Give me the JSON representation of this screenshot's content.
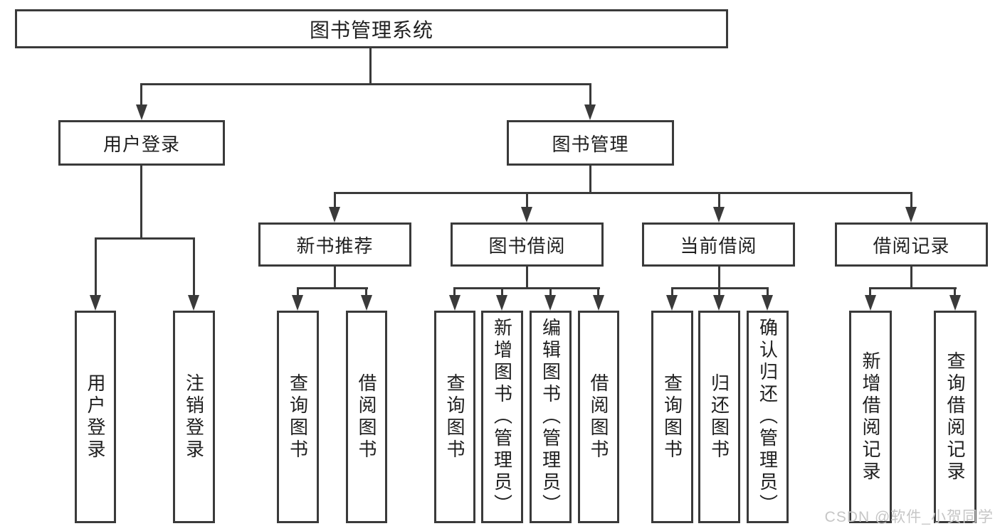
{
  "colors": {
    "line": "#3a3a3a",
    "text": "#1f1f1f",
    "watermark": "#c6c6c6",
    "background": "#ffffff"
  },
  "watermark": {
    "text": "CSDN @软件_小贺同学"
  },
  "diagram": {
    "root": {
      "label": "图书管理系统"
    },
    "branches": [
      {
        "label": "用户登录",
        "children": [
          {
            "label": "用户登录"
          },
          {
            "label": "注销登录"
          }
        ]
      },
      {
        "label": "图书管理",
        "children": [
          {
            "label": "新书推荐",
            "children": [
              {
                "label": "查询图书"
              },
              {
                "label": "借阅图书"
              }
            ]
          },
          {
            "label": "图书借阅",
            "children": [
              {
                "label": "查询图书"
              },
              {
                "label": "新增图书（管理员）"
              },
              {
                "label": "编辑图书（管理员）"
              },
              {
                "label": "借阅图书"
              }
            ]
          },
          {
            "label": "当前借阅",
            "children": [
              {
                "label": "查询图书"
              },
              {
                "label": "归还图书"
              },
              {
                "label": "确认归还（管理员）"
              }
            ]
          },
          {
            "label": "借阅记录",
            "children": [
              {
                "label": "新增借阅记录"
              },
              {
                "label": "查询借阅记录"
              }
            ]
          }
        ]
      }
    ]
  }
}
